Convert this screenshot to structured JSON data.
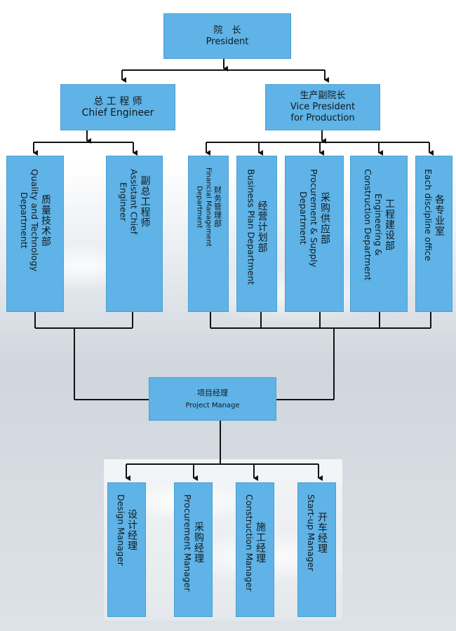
{
  "president": {
    "zh": "院　长",
    "en": "President"
  },
  "chief_engineer": {
    "zh": "总 工 程 师",
    "en": "Chief Engineer"
  },
  "vice_president": {
    "zh": "生产副院长",
    "en1": "Vice President",
    "en2": "for Production"
  },
  "departments": {
    "quality": {
      "zh": "质量技术部",
      "en1": "Quality and Technology",
      "en2": "Departmentt"
    },
    "assistant": {
      "zh": "副总工程师",
      "en1": "Assistant Chief",
      "en2": "Engineer"
    },
    "financial": {
      "zh": "财务管理部",
      "en1": "Financial Management",
      "en2": "Department"
    },
    "business": {
      "zh": "经营计划部",
      "en1": "Business Plan Department",
      "en2": ""
    },
    "procurement": {
      "zh": "采购供应部",
      "en1": "Procurement & Supply",
      "en2": "Department"
    },
    "engineering": {
      "zh": "工程建设部",
      "en1": "Engineering &",
      "en2": "Construction Department"
    },
    "discipline": {
      "zh": "各专业室",
      "en1": "Each discipline office",
      "en2": ""
    }
  },
  "project_manage": {
    "zh": "项目经理",
    "en": "Project Manage"
  },
  "managers": {
    "design": {
      "zh": "设计经理",
      "en": "Design Manager"
    },
    "procurement": {
      "zh": "采购经理",
      "en": "Procurement Manager"
    },
    "construction": {
      "zh": "施工经理",
      "en": "Construction Manager"
    },
    "startup": {
      "zh": "开车经理",
      "en": "Start-up Manager"
    }
  }
}
